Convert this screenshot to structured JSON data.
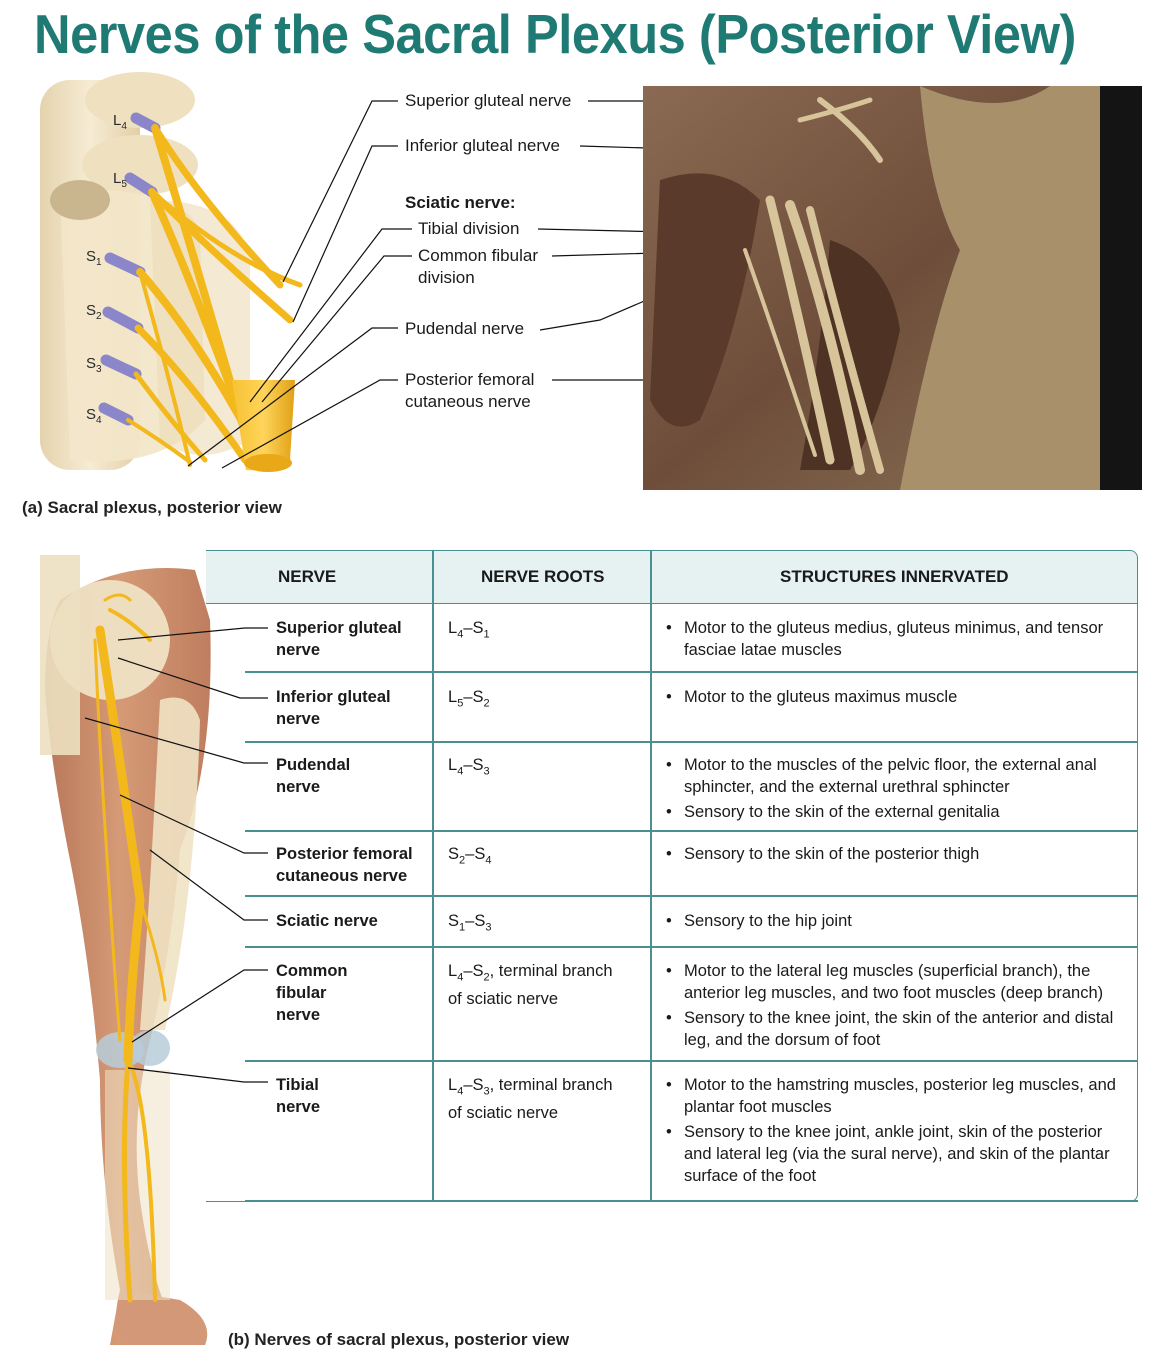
{
  "title": "Nerves of the Sacral Plexus (Posterior View)",
  "panel_a": {
    "caption": "(a) Sacral plexus, posterior view",
    "root_labels": [
      {
        "base": "L",
        "sub": "4"
      },
      {
        "base": "L",
        "sub": "5"
      },
      {
        "base": "S",
        "sub": "1"
      },
      {
        "base": "S",
        "sub": "2"
      },
      {
        "base": "S",
        "sub": "3"
      },
      {
        "base": "S",
        "sub": "4"
      }
    ],
    "labels": {
      "superior_gluteal": "Superior gluteal nerve",
      "inferior_gluteal": "Inferior gluteal nerve",
      "sciatic_heading": "Sciatic nerve:",
      "tibial_division": "Tibial division",
      "common_fibular_1": "Common fibular",
      "common_fibular_2": "division",
      "pudendal": "Pudendal nerve",
      "posterior_femoral_1": "Posterior femoral",
      "posterior_femoral_2": "cutaneous nerve"
    }
  },
  "panel_b": {
    "caption": "(b) Nerves of sacral plexus, posterior view"
  },
  "table": {
    "headers": [
      "NERVE",
      "NERVE ROOTS",
      "STRUCTURES INNERVATED"
    ],
    "rows": [
      {
        "name": [
          "Superior gluteal",
          "nerve"
        ],
        "roots": {
          "a": "L",
          "as": "4",
          "b": "S",
          "bs": "1",
          "suffix": "",
          "extra": ""
        },
        "structures": [
          "Motor to the gluteus medius, gluteus minimus, and tensor fasciae latae muscles"
        ]
      },
      {
        "name": [
          "Inferior gluteal",
          "nerve"
        ],
        "roots": {
          "a": "L",
          "as": "5",
          "b": "S",
          "bs": "2",
          "suffix": "",
          "extra": ""
        },
        "structures": [
          "Motor to the gluteus maximus muscle"
        ]
      },
      {
        "name": [
          "Pudendal",
          "nerve"
        ],
        "roots": {
          "a": "L",
          "as": "4",
          "b": "S",
          "bs": "3",
          "suffix": "",
          "extra": ""
        },
        "structures": [
          "Motor to the muscles of the pelvic floor, the external anal sphincter, and the external urethral sphincter",
          "Sensory to the skin of the external genitalia"
        ]
      },
      {
        "name": [
          "Posterior femoral",
          "cutaneous nerve"
        ],
        "roots": {
          "a": "S",
          "as": "2",
          "b": "S",
          "bs": "4",
          "suffix": "",
          "extra": ""
        },
        "structures": [
          "Sensory to the skin of the posterior thigh"
        ]
      },
      {
        "name": [
          "Sciatic nerve"
        ],
        "roots": {
          "a": "S",
          "as": "1",
          "b": "S",
          "bs": "3",
          "suffix": "",
          "extra": ""
        },
        "structures": [
          "Sensory to the hip joint"
        ]
      },
      {
        "name": [
          "Common",
          "fibular",
          "nerve"
        ],
        "roots": {
          "a": "L",
          "as": "4",
          "b": "S",
          "bs": "2",
          "suffix": ", terminal branch",
          "extra": "of sciatic nerve"
        },
        "structures": [
          "Motor to the lateral leg muscles (superficial branch), the anterior leg muscles, and two foot muscles (deep branch)",
          "Sensory to the knee joint, the skin of the anterior and distal leg, and the dorsum of foot"
        ]
      },
      {
        "name": [
          "Tibial",
          "nerve"
        ],
        "roots": {
          "a": "L",
          "as": "4",
          "b": "S",
          "bs": "3",
          "suffix": ", terminal branch",
          "extra": "of sciatic nerve"
        },
        "structures": [
          "Motor to the hamstring muscles, posterior leg muscles, and plantar foot muscles",
          "Sensory to the knee joint, ankle joint, skin of the posterior and lateral leg (via the sural nerve), and skin of the plantar surface of the foot"
        ]
      }
    ]
  },
  "colors": {
    "title": "#1f7a74",
    "nerve": "#f2b81c",
    "bone": "#efe2c4",
    "root_purple": "#8a86c9",
    "table_border": "#4a8f91",
    "table_header_bg": "#e6f1f1",
    "skin": "#c98a68",
    "cadaver_bg": "#7a5a44"
  }
}
